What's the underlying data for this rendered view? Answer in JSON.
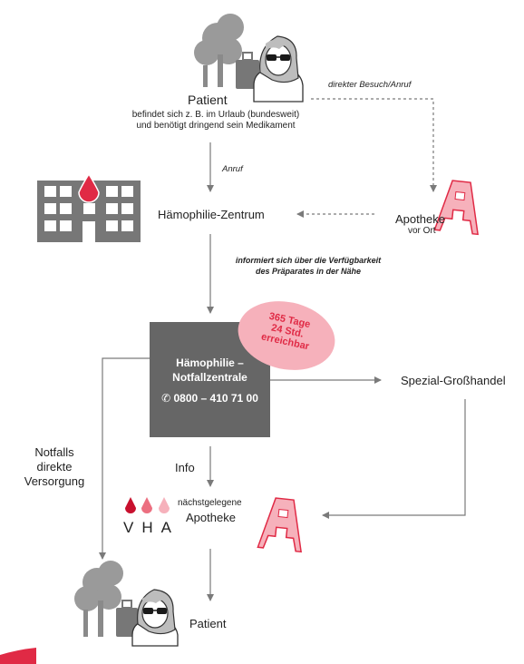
{
  "nodes": {
    "patient_top": {
      "label": "Patient",
      "desc_line1": "befindet sich z. B. im Urlaub (bundesweit)",
      "desc_line2": "und benötigt dringend sein Medikament"
    },
    "haemophilie_zentrum": {
      "label": "Hämophilie-Zentrum"
    },
    "apotheke_vor_ort": {
      "label": "Apotheke",
      "sub": "vor Ort"
    },
    "notfallzentrale": {
      "title_line1": "Hämophilie –",
      "title_line2": "Notfallzentrale",
      "phone": "0800 – 410 71 00",
      "phone_icon": "phone-icon"
    },
    "badge": {
      "line1": "365 Tage",
      "line2": "24 Std.",
      "line3": "erreichbar"
    },
    "spezial_grosshandel": {
      "label": "Spezial-Großhandel"
    },
    "naechste_apotheke": {
      "pre": "nächstgelegene",
      "label": "Apotheke"
    },
    "vha": {
      "letters": "VHA"
    },
    "patient_bottom": {
      "label": "Patient"
    }
  },
  "edges": {
    "direkter_besuch": "direkter Besuch/Anruf",
    "anruf": "Anruf",
    "informiert_line1": "informiert sich über die Verfügbarkeit",
    "informiert_line2": "des Präparates in der Nähe",
    "info": "Info",
    "notfalls_line1": "Notfalls",
    "notfalls_line2": "direkte",
    "notfalls_line3": "Versorgung"
  },
  "colors": {
    "accent_red": "#e02a45",
    "pink": "#f6b1bb",
    "box_gray": "#666666",
    "building_gray": "#777777",
    "tree_gray": "#9a9a9a",
    "arrow_gray": "#7a7a7a"
  },
  "icons": [
    "person-icon",
    "tree-icon",
    "luggage-icon",
    "hospital-building-icon",
    "blood-drop-icon",
    "pharmacy-a-icon"
  ]
}
